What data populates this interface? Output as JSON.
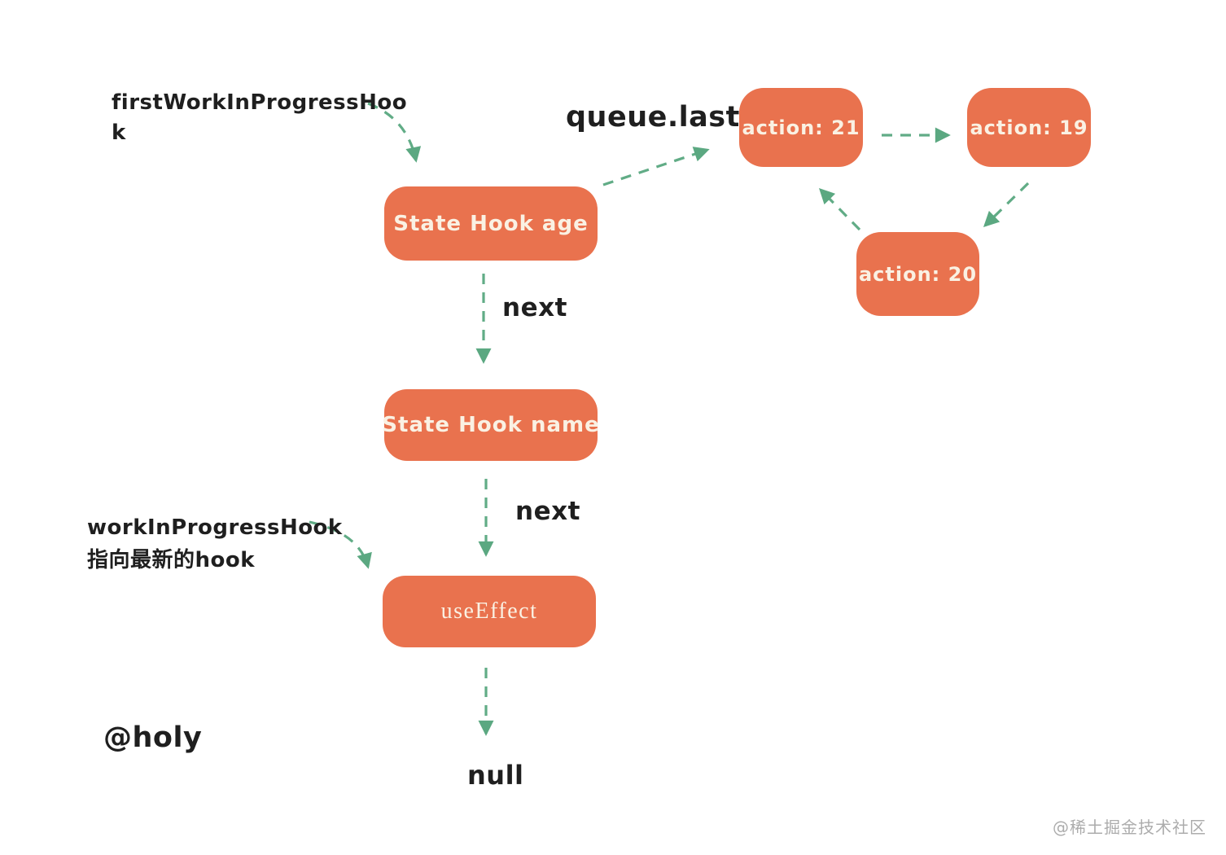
{
  "labels": {
    "first_hook_line1": "firstWorkInProgressHoo",
    "first_hook_line2": "k",
    "queue_last": "queue.last",
    "next_age_to_name": "next",
    "next_name_to_effect": "next",
    "wip_hook_line1": "workInProgressHook",
    "wip_hook_line2": "指向最新的hook",
    "null_terminator": "null",
    "author": "@holy",
    "watermark": "@稀土掘金技术社区"
  },
  "nodes": {
    "state_hook_age": "State Hook age",
    "state_hook_name": "State Hook name",
    "use_effect": "useEffect",
    "action_21": "action: 21",
    "action_19": "action: 19",
    "action_20": "action: 20"
  },
  "colors": {
    "node_fill": "#E9724E",
    "node_text": "#FAF1E3",
    "arrow_green": "#61AC86",
    "annotation_text": "#1F1F1F",
    "watermark_gray": "#ACACAC"
  }
}
